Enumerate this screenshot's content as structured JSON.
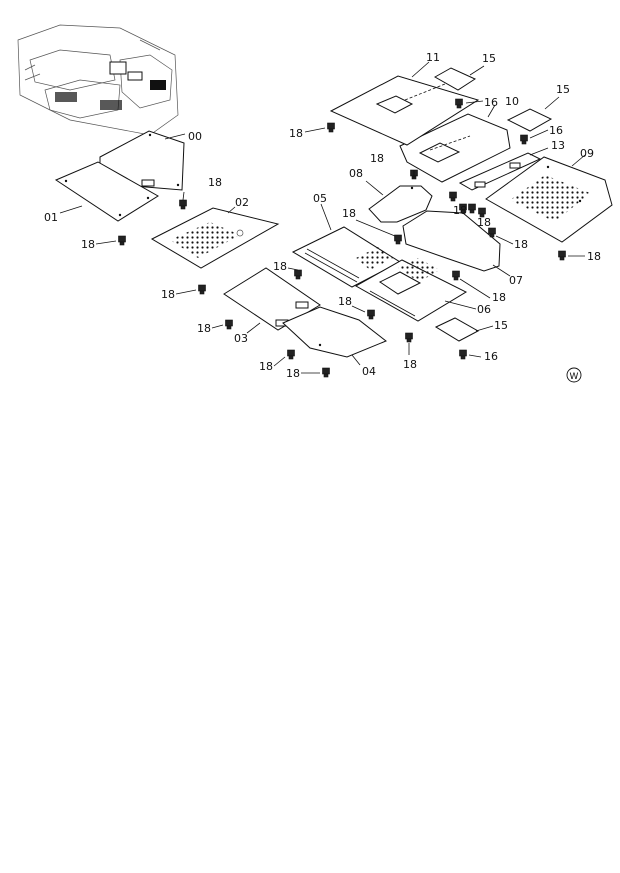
{
  "parts": {
    "p00": "00",
    "p01": "01",
    "p02": "02",
    "p03": "03",
    "p04": "04",
    "p05": "05",
    "p06": "06",
    "p07": "07",
    "p08": "08",
    "p09": "09",
    "p10": "10",
    "p11": "11",
    "p13": "13",
    "p15": "15",
    "p16": "16",
    "p18": "18"
  },
  "mark": "W"
}
